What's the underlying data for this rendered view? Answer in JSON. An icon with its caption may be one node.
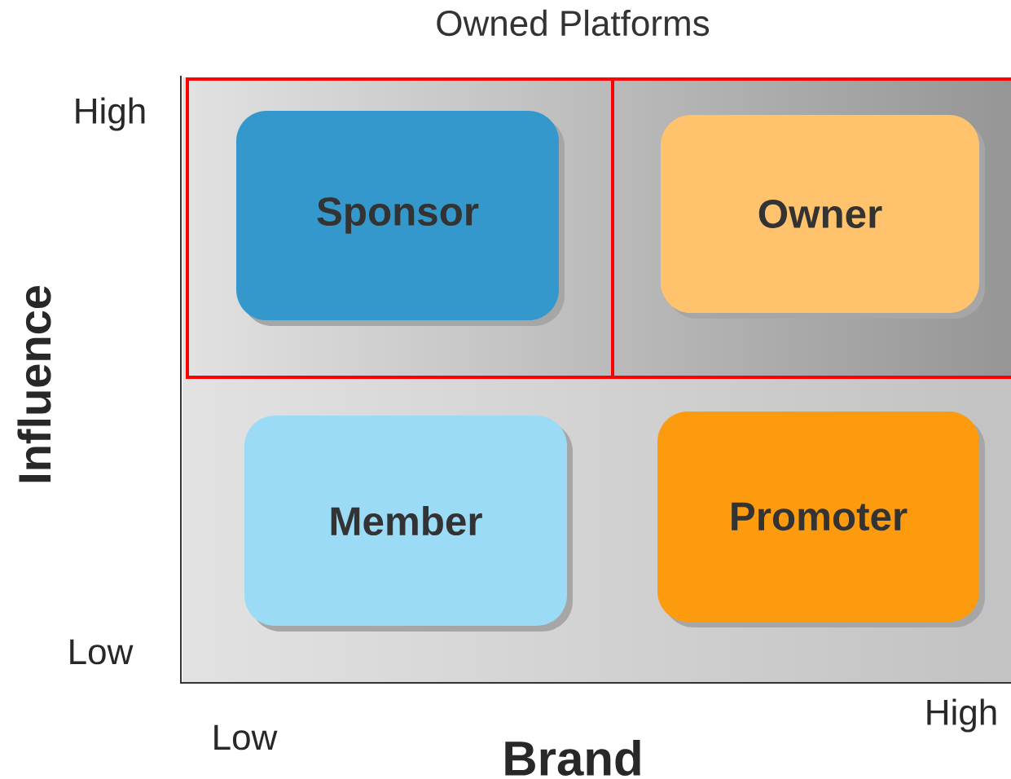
{
  "diagram": {
    "title": "Owned Platforms",
    "nodes": [
      {
        "text": [
          "Sponsor"
        ]
      },
      {
        "text": [
          "Owner"
        ]
      },
      {
        "text": [
          "Member"
        ]
      },
      {
        "text": [
          "Promoter"
        ]
      }
    ],
    "labels": [
      "High",
      "Influence",
      "Low",
      "Low",
      "Brand",
      "High"
    ]
  }
}
